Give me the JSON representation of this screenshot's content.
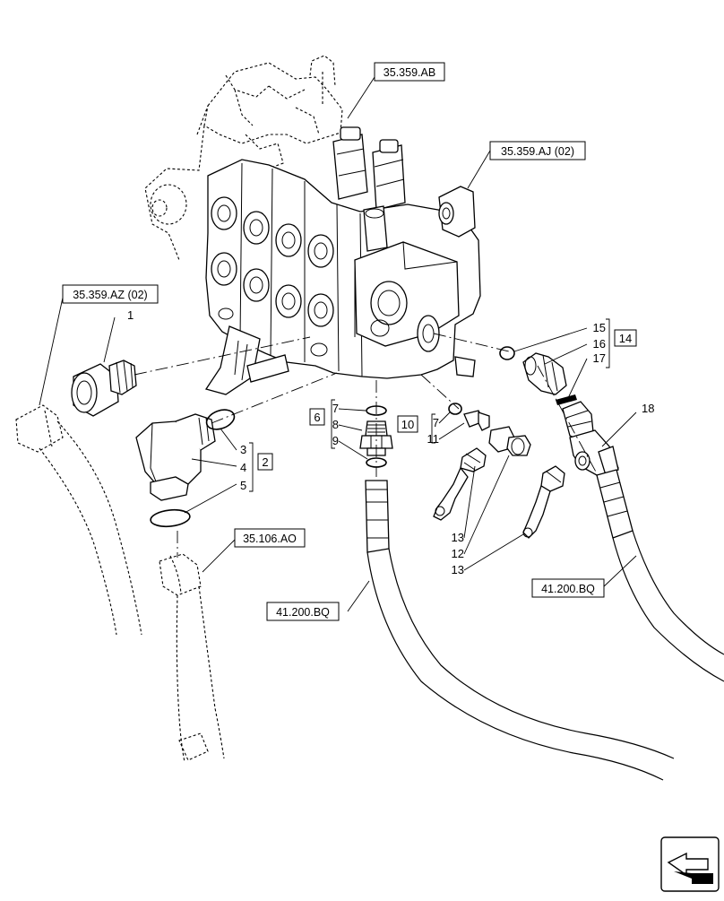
{
  "refs": {
    "r_35359ab": "35.359.AB",
    "r_35359aj": "35.359.AJ (02)",
    "r_35359az": "35.359.AZ (02)",
    "r_35106ao": "35.106.AO",
    "r_41200bq_left": "41.200.BQ",
    "r_41200bq_right": "41.200.BQ"
  },
  "callouts": {
    "c1": "1",
    "c2": "2",
    "c3": "3",
    "c4": "4",
    "c5": "5",
    "c6": "6",
    "c7a": "7",
    "c8": "8",
    "c9": "9",
    "c10": "10",
    "c7b": "7",
    "c11": "11",
    "c12": "12",
    "c13a": "13",
    "c13b": "13",
    "c14": "14",
    "c15": "15",
    "c16": "16",
    "c17": "17",
    "c18": "18"
  },
  "nav": {
    "icon": "next-page-arrow-icon"
  }
}
